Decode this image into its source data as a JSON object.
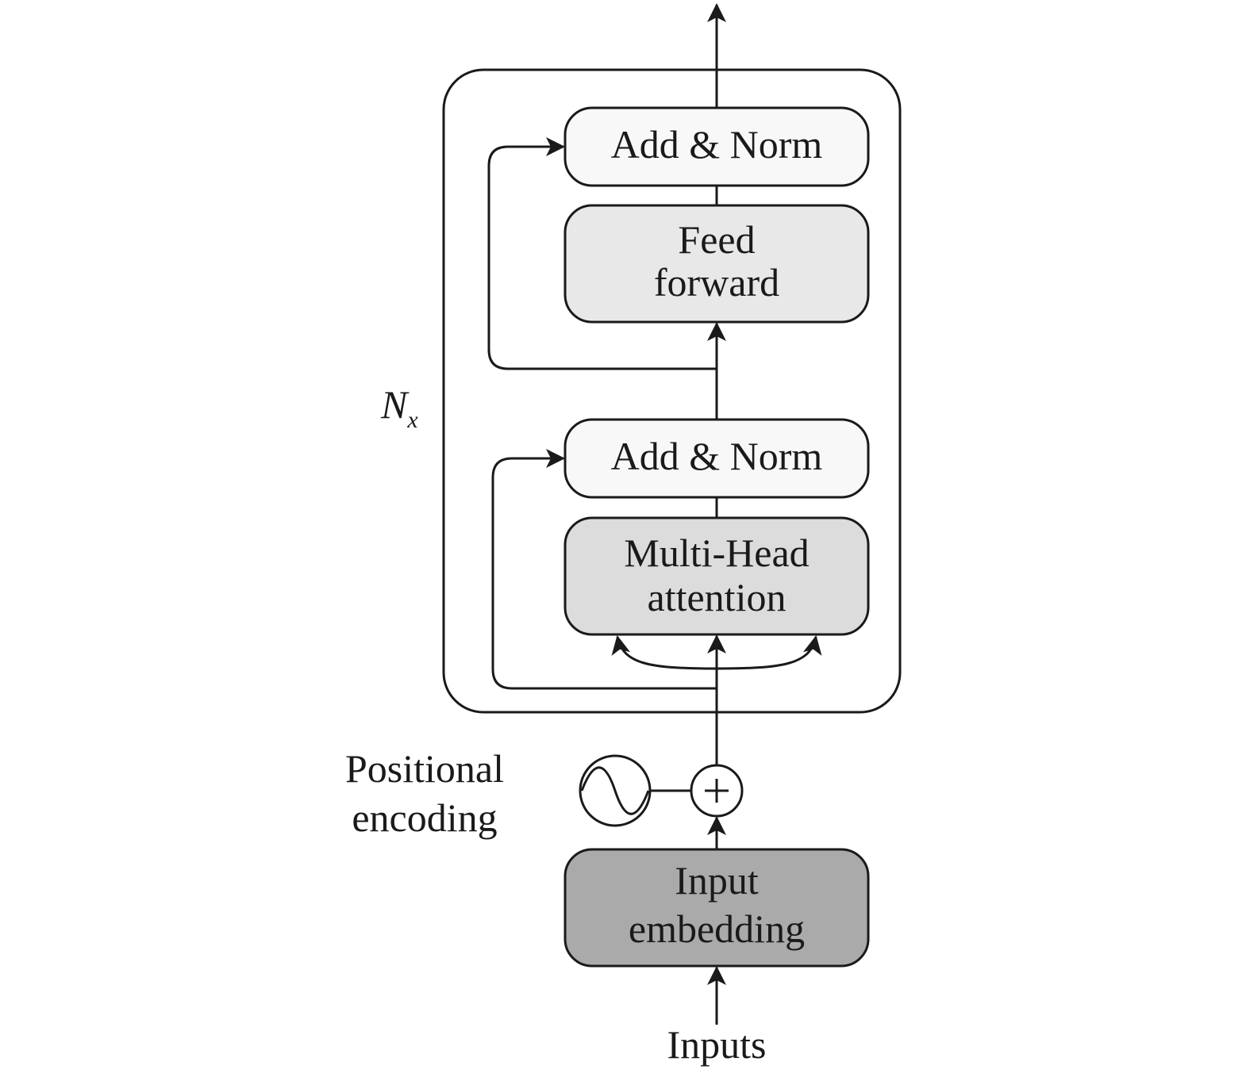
{
  "blocks": {
    "add_norm_top": {
      "label": "Add & Norm",
      "fill": "#f8f8f8"
    },
    "feed_forward": {
      "lines": [
        "Feed",
        "forward"
      ],
      "fill": "#e8e8e8"
    },
    "add_norm_bottom": {
      "label": "Add & Norm",
      "fill": "#f8f8f8"
    },
    "multi_head": {
      "lines": [
        "Multi-Head",
        "attention"
      ],
      "fill": "#dcdcdc"
    },
    "input_embedding": {
      "lines": [
        "Input",
        "embedding"
      ],
      "fill": "#aaaaaa"
    }
  },
  "repeat_label": {
    "base": "N",
    "subscript": "x"
  },
  "positional_encoding": {
    "lines": [
      "Positional",
      "encoding"
    ],
    "sine_icon": "sine-wave-icon"
  },
  "adder": {
    "symbol": "+"
  },
  "inputs_label": "Inputs",
  "colors": {
    "stroke": "#1a1a1a",
    "background": "#ffffff"
  }
}
